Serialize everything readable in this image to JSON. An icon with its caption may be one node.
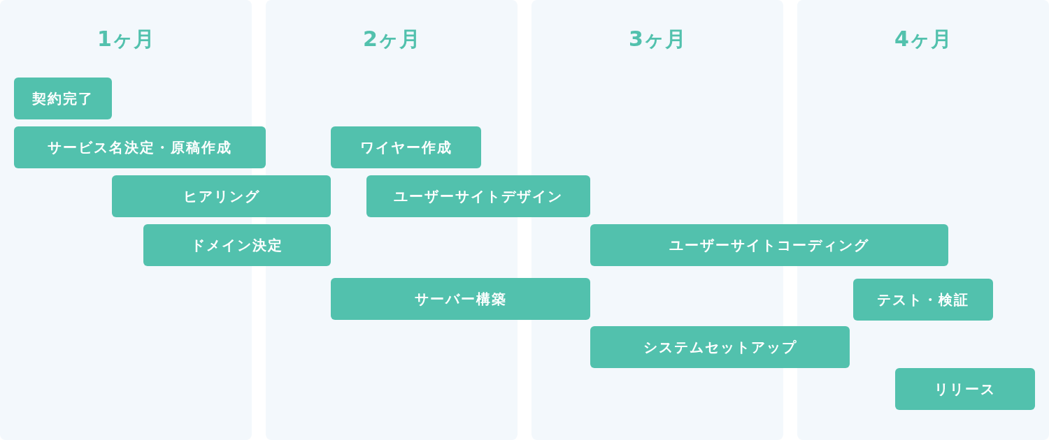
{
  "diagram": {
    "nodes": [
      {
        "text": [
          "1ヶ月"
        ]
      },
      {
        "text": [
          "2ヶ月"
        ]
      },
      {
        "text": [
          "3ヶ月"
        ]
      },
      {
        "text": [
          "4ヶ月"
        ]
      },
      {
        "text": [
          "契約完了"
        ],
        "in": 0
      },
      {
        "text": [
          "サービス名決定・原稿作成"
        ]
      },
      {
        "text": [
          "ワイヤー作成"
        ],
        "in": 1
      },
      {
        "text": [
          "ヒアリング"
        ]
      },
      {
        "text": [
          "ユーザーサイトデザイン"
        ]
      },
      {
        "text": [
          "ドメイン決定"
        ]
      },
      {
        "text": [
          "ユーザーサイトコーディング"
        ]
      },
      {
        "text": [
          "サーバー構築"
        ]
      },
      {
        "text": [
          "テスト・検証"
        ],
        "in": 3
      },
      {
        "text": [
          "システムセットアップ"
        ]
      },
      {
        "text": [
          "リリース"
        ],
        "in": 3
      }
    ]
  }
}
